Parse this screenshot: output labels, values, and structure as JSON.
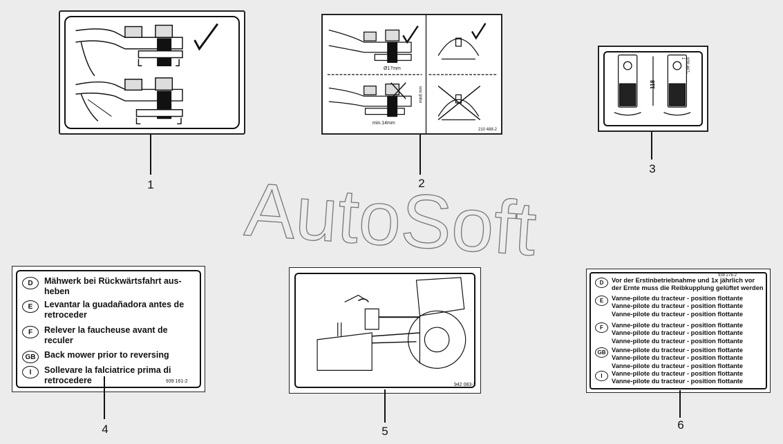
{
  "callouts": [
    "1",
    "2",
    "3",
    "4",
    "5",
    "6"
  ],
  "watermark": "AutoSoft",
  "decal2": {
    "dim1": "Ø17mm",
    "dim2": "min.14mm",
    "dim3": "min8 mm",
    "code": "210 488-2"
  },
  "decal3": {
    "dim": "118",
    "code": "939 467-1"
  },
  "decal4": {
    "rows": [
      {
        "code": "D",
        "text": "Mähwerk bei Rückwärtsfahrt aus-\nheben"
      },
      {
        "code": "E",
        "text": "Levantar la guadañadora antes de\nretroceder"
      },
      {
        "code": "F",
        "text": "Relever la faucheuse avant de\nreculer"
      },
      {
        "code": "GB",
        "text": "Back mower prior to reversing"
      },
      {
        "code": "I",
        "text": "Sollevare la falciatrice prima di\nretrocedere"
      }
    ],
    "code": "939 161-2"
  },
  "decal5": {
    "code": "942 083-2"
  },
  "decal6": {
    "code": "939 276-2",
    "rows": [
      {
        "code": "D",
        "text": "Vor der Erstinbetriebnahme und 1x jährlich vor\nder Ernte muss die Reibkupplung gelüftet werden"
      },
      {
        "code": "E",
        "text": "Vanne-pilote du tracteur - position flottante\nVanne-pilote du tracteur - position flottante\nVanne-pilote du tracteur - position flottante"
      },
      {
        "code": "F",
        "text": "Vanne-pilote du tracteur - position flottante\nVanne-pilote du tracteur - position flottante\nVanne-pilote du tracteur - position flottante"
      },
      {
        "code": "GB",
        "text": "Vanne-pilote du tracteur - position flottante\nVanne-pilote du tracteur - position flottante\nVanne-pilote du tracteur - position flottante"
      },
      {
        "code": "I",
        "text": "Vanne-pilote du tracteur - position flottante\nVanne-pilote du tracteur - position flottante"
      }
    ]
  }
}
